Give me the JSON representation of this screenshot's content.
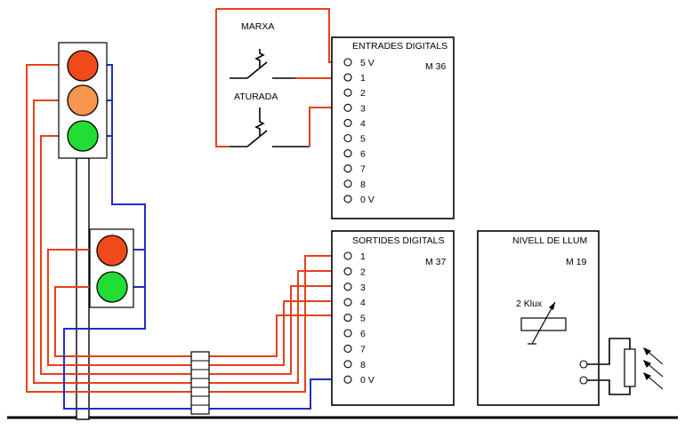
{
  "colors": {
    "wire_red": "#e8401c",
    "wire_blue": "#2030c0",
    "lamp_red": "#f04a1a",
    "lamp_orange": "#f7944f",
    "lamp_green": "#22dd33"
  },
  "switches": {
    "top_label": "MARXA",
    "bottom_label": "ATURADA"
  },
  "inputs_module": {
    "title": "ENTRADES DIGITALS",
    "code": "M 36",
    "pins": [
      "5 V",
      "1",
      "2",
      "3",
      "4",
      "5",
      "6",
      "7",
      "8",
      "0 V"
    ]
  },
  "outputs_module": {
    "title": "SORTIDES DIGITALS",
    "code": "M 37",
    "pins": [
      "1",
      "2",
      "3",
      "4",
      "5",
      "6",
      "7",
      "8",
      "0 V"
    ]
  },
  "light_module": {
    "title": "NIVELL DE LLUM",
    "code": "M 19",
    "sensor_range": "2 Klux"
  }
}
